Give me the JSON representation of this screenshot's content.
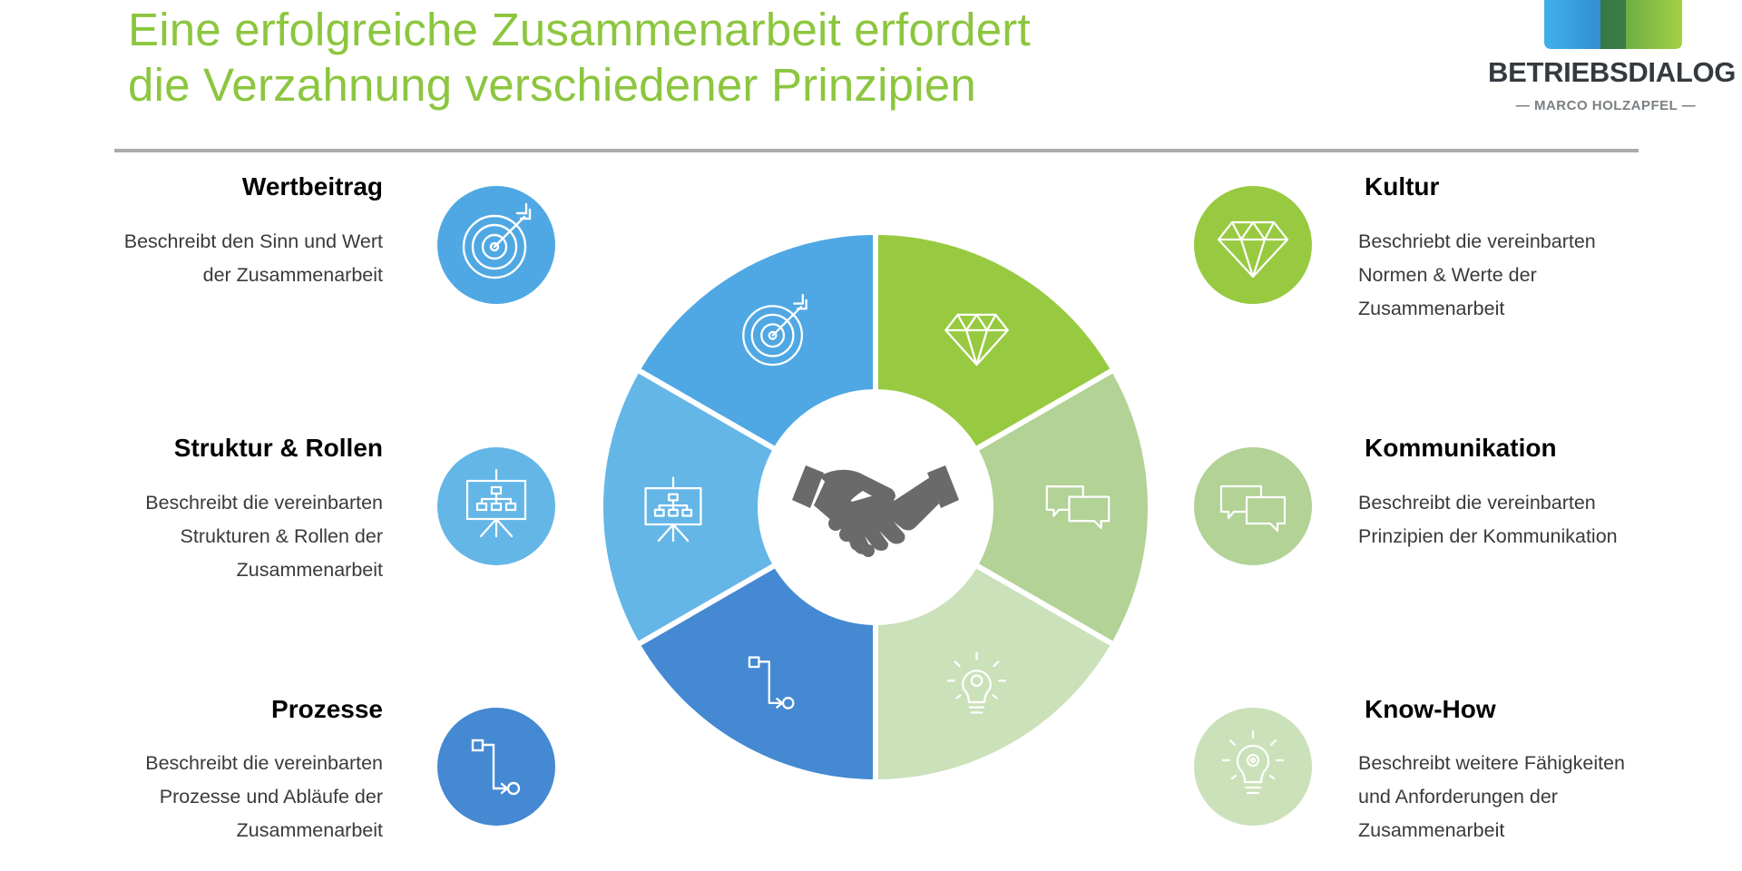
{
  "title": {
    "line1": "Eine erfolgreiche Zusammenarbeit erfordert",
    "line2": "die Verzahnung verschiedener Prinzipien"
  },
  "logo": {
    "name": "BETRIEBSDIALOG",
    "subtitle": "— MARCO HOLZAPFEL —"
  },
  "colors": {
    "title": "#8cc63f",
    "blue_1": "#4fa8e3",
    "blue_2": "#64b6e7",
    "blue_3": "#4489d2",
    "green_1": "#98ca41",
    "green_2": "#b2d296",
    "green_3": "#cbe1b9",
    "handshake": "#6a6a6a"
  },
  "principles": [
    {
      "id": "wertbeitrag",
      "side": "left",
      "title": "Wertbeitrag",
      "description": [
        "Beschreibt den Sinn und Wert",
        "der Zusammenarbeit"
      ],
      "icon": "target-icon",
      "color": "#4fa8e3"
    },
    {
      "id": "struktur",
      "side": "left",
      "title": "Struktur & Rollen",
      "description": [
        "Beschreibt die vereinbarten",
        "Strukturen & Rollen der",
        "Zusammenarbeit"
      ],
      "icon": "org-chart-icon",
      "color": "#64b6e7"
    },
    {
      "id": "prozesse",
      "side": "left",
      "title": "Prozesse",
      "description": [
        "Beschreibt die vereinbarten",
        "Prozesse und Abläufe der",
        "Zusammenarbeit"
      ],
      "icon": "process-flow-icon",
      "color": "#4489d2"
    },
    {
      "id": "kultur",
      "side": "right",
      "title": "Kultur",
      "description": [
        "Beschriebt die vereinbarten",
        "Normen & Werte der",
        "Zusammenarbeit"
      ],
      "icon": "diamond-icon",
      "color": "#98ca41"
    },
    {
      "id": "kommunikation",
      "side": "right",
      "title": "Kommunikation",
      "description": [
        "Beschreibt die vereinbarten",
        "Prinzipien der Kommunikation"
      ],
      "icon": "speech-bubbles-icon",
      "color": "#b2d296"
    },
    {
      "id": "knowhow",
      "side": "right",
      "title": "Know-How",
      "description": [
        "Beschreibt weitere Fähigkeiten",
        "und Anforderungen der",
        "Zusammenarbeit"
      ],
      "icon": "lightbulb-gear-icon",
      "color": "#cbe1b9"
    }
  ],
  "center_icon": "handshake-icon"
}
